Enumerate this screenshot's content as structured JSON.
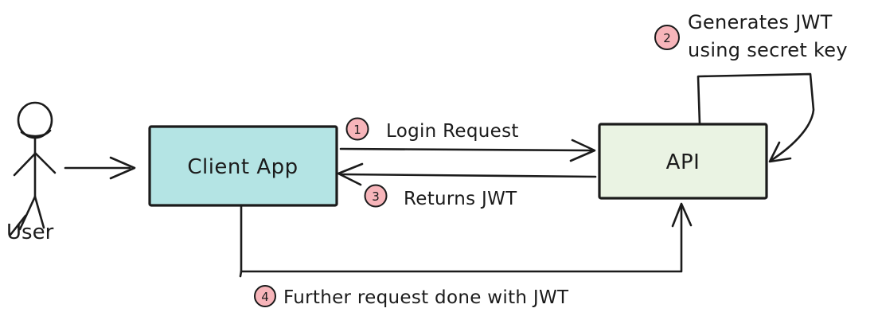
{
  "diagram": {
    "background_color": "#ffffff",
    "stroke_color": "#1b1b1b",
    "badge_fill": "#f7b5ba",
    "actor": {
      "label": "User"
    },
    "nodes": {
      "client": {
        "label": "Client App",
        "fill": "#b4e4e4"
      },
      "api": {
        "label": "API",
        "fill": "#eaf3e3"
      }
    },
    "steps": [
      {
        "number": "1",
        "label": "Login Request"
      },
      {
        "number": "2",
        "label_line1": "Generates JWT",
        "label_line2": "using secret key"
      },
      {
        "number": "3",
        "label": "Returns JWT"
      },
      {
        "number": "4",
        "label": "Further request done with JWT"
      }
    ]
  }
}
